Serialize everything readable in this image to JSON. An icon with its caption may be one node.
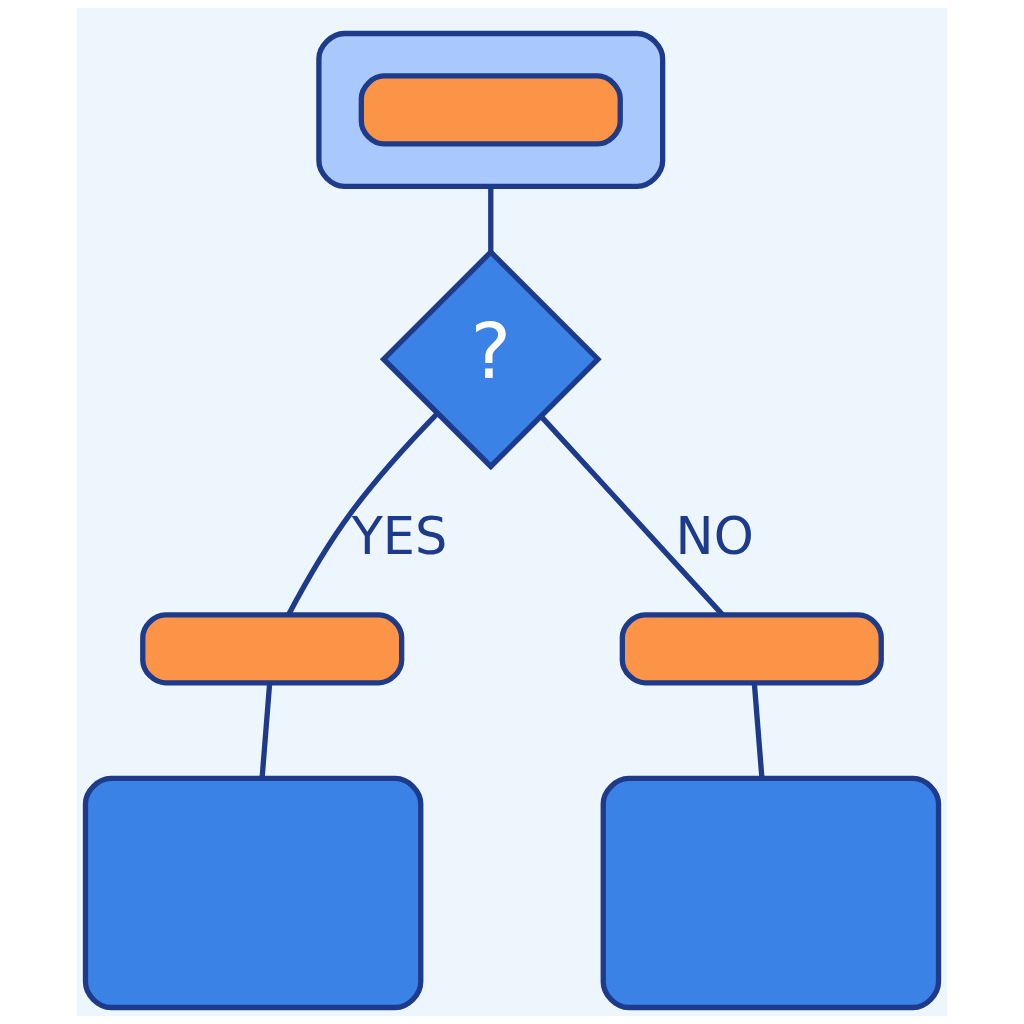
{
  "diagram": {
    "nodes": [
      {
        "text": [],
        "shape": "box"
      },
      {
        "text": [],
        "shape": "bar",
        "in": 0
      },
      {
        "text": [
          "?"
        ]
      },
      {
        "text": [],
        "shape": "bar"
      },
      {
        "text": [],
        "shape": "bar"
      },
      {
        "text": [],
        "shape": "box"
      },
      {
        "text": [],
        "shape": "box"
      }
    ],
    "edges": [
      {
        "from": 0,
        "to": 2,
        "arrow": "none"
      },
      {
        "from": 2,
        "to": 3,
        "arrow": "none",
        "label": "YES"
      },
      {
        "from": 2,
        "to": 4,
        "arrow": "none",
        "label": "NO"
      },
      {
        "from": 3,
        "to": 5,
        "arrow": "none"
      },
      {
        "from": 4,
        "to": 6,
        "arrow": "none"
      }
    ]
  }
}
